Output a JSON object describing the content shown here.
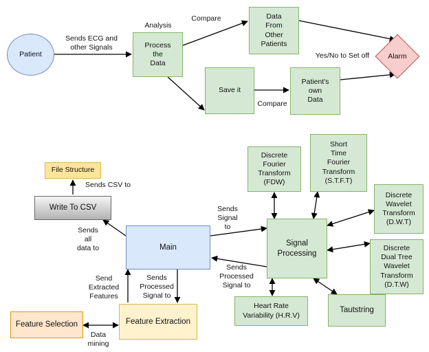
{
  "nodes": {
    "patient": "Patient",
    "process": "Process\nthe\nData",
    "other_patients": "Data\nFrom\nOther\nPatients",
    "alarm": "Alarm",
    "save": "Save it",
    "own_data": "Patient's\nown\nData",
    "file_structure": "File Structure",
    "write_csv": "Write To CSV",
    "main": "Main",
    "signal_processing": "Signal\nProcessing",
    "dft": "Discrete\nFourier\nTransform\n(FDW)",
    "stft": "Short\nTime\nFourier\nTransform\n(S.T.F.T)",
    "dwt": "Discrete\nWavelet\nTransform\n(D.W.T)",
    "dtw": "Discrete\nDual Tree\nWavelet\nTransform\n(D.T.W)",
    "hrv": "Heart Rate\nVariability (H.R.V)",
    "tautstring": "Tautstring",
    "feature_extraction": "Feature Extraction",
    "feature_selection": "Feature Selection"
  },
  "labels": {
    "sends_ecg": "Sends ECG and\nother Signals",
    "analysis": "Analysis",
    "compare_top": "Compare",
    "yes_no": "Yes/No to Set off",
    "compare_bottom": "Compare",
    "sends_csv": "Sends CSV to",
    "sends_all": "Sends\nall\ndata to",
    "sends_signal": "Sends\nSignal\nto",
    "sends_processed_signal": "Sends\nProcessed\nSignal to",
    "send_extracted": "Send\nExtracted\nFeatures",
    "sends_processed_main": "Sends\nProcessed\nSignal to",
    "data_mining": "Data\nmining"
  }
}
